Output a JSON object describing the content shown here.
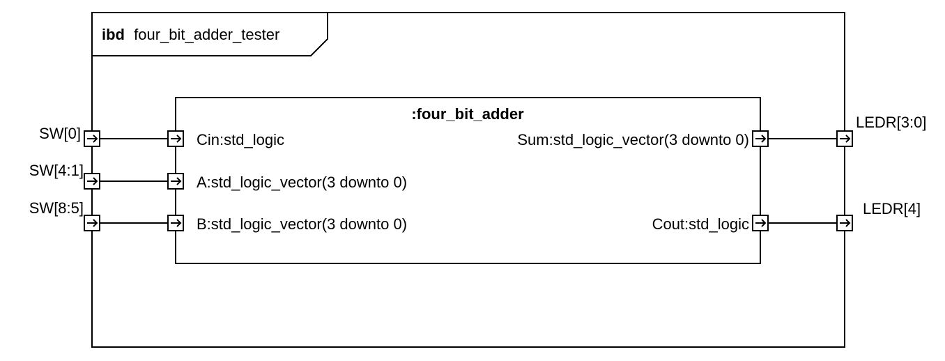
{
  "frame": {
    "keyword": "ibd",
    "name": "four_bit_adder_tester"
  },
  "block": {
    "name": ":four_bit_adder",
    "ports_in": [
      {
        "label": "Cin:std_logic"
      },
      {
        "label": "A:std_logic_vector(3 downto 0)"
      },
      {
        "label": "B:std_logic_vector(3 downto 0)"
      }
    ],
    "ports_out": [
      {
        "label": "Sum:std_logic_vector(3 downto 0)"
      },
      {
        "label": "Cout:std_logic"
      }
    ]
  },
  "external_inputs": [
    {
      "label": "SW[0]"
    },
    {
      "label": "SW[4:1]"
    },
    {
      "label": "SW[8:5]"
    }
  ],
  "external_outputs": [
    {
      "label": "LEDR[3:0]"
    },
    {
      "label": "LEDR[4]"
    }
  ],
  "colors": {
    "line": "#000000",
    "background": "#ffffff"
  }
}
